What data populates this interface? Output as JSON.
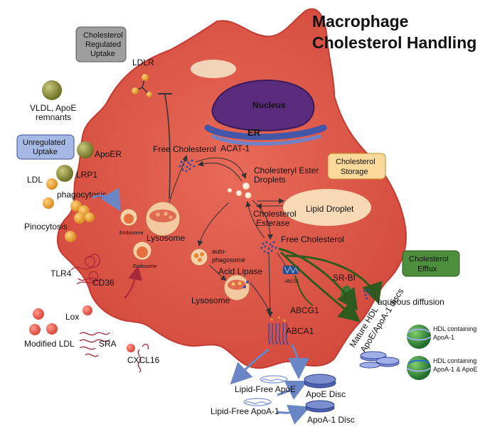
{
  "title": {
    "line1": "Macrophage",
    "line2": "Cholesterol Handling"
  },
  "colors": {
    "cell": "#e0594a",
    "cell_edge": "#c23c33",
    "nucleus": "#5a2c7e",
    "er": "#4456a8",
    "particle": "#9e9e3e",
    "ldl": "#e8a23a",
    "modified_ldl": "#f07060",
    "arrow_dark": "#3b5e22",
    "arrow_blue": "#6a86c4",
    "arrow_red": "#a8283a"
  },
  "boxes": {
    "regulated": {
      "line1": "Cholesterol",
      "line2": "Regulated",
      "line3": "Uptake"
    },
    "unregulated": {
      "line1": "Unregulated",
      "line2": "Uptake"
    },
    "storage": {
      "line1": "Cholesterol",
      "line2": "Storage"
    },
    "efflux": {
      "line1": "Cholesterol",
      "line2": "Efflux"
    }
  },
  "labels": {
    "ldlr": "LDLR",
    "vldl1": "VLDL, ApoE",
    "vldl2": "remnants",
    "apoer": "ApoER",
    "lrp1": "LRP1",
    "ldl": "LDL",
    "phagocytosis": "phagocytosis",
    "pinocytosis": "Pinocytosis",
    "tlr4": "TLR4",
    "cd36": "CD36",
    "lox": "Lox",
    "modified_ldl": "Modified LDL",
    "sra": "SRA",
    "cxcl16": "CXCL16",
    "nucleus": "Nucleus",
    "er": "ER",
    "free_cholesterol_1": "Free Cholesterol",
    "acat1": "ACAT-1",
    "ester_droplets_1": "Cholesteryl Ester",
    "ester_droplets_2": "Droplets",
    "lipid_droplet": "Lipid Droplet",
    "esterase_1": "Cholesterol",
    "esterase_2": "Esterase",
    "free_cholesterol_2": "Free Cholesterol",
    "endosome_1": "Endosome",
    "lysosome_1": "Lysosome",
    "endosome_2": "Endosome",
    "autophagosome_1": "auto-",
    "autophagosome_2": "phagosome",
    "acid_lipase": "Acid Lipase",
    "lysosome_2": "Lysosome",
    "abcg1_small": "ABCG1",
    "sr_bi": "SR-BI",
    "aqueous": "aqueous diffusion",
    "abcg1": "ABCG1",
    "abca1": "ABCA1",
    "mature_hdl_1": "Mature HDL",
    "mature_hdl_2": "ApoE/ApoA-1 discs",
    "hdl_a1_1": "HDL containing",
    "hdl_a1_2": "ApoA-1",
    "hdl_a1e_1": "HDL containing",
    "hdl_a1e_2": "ApoA-1 & ApoE",
    "lipid_free_apoe": "Lipid-Free ApoE",
    "apoe_disc": "ApoE Disc",
    "lipid_free_apoa1": "Lipid-Free ApoA-1",
    "apoa1_disc": "ApoA-1 Disc"
  }
}
